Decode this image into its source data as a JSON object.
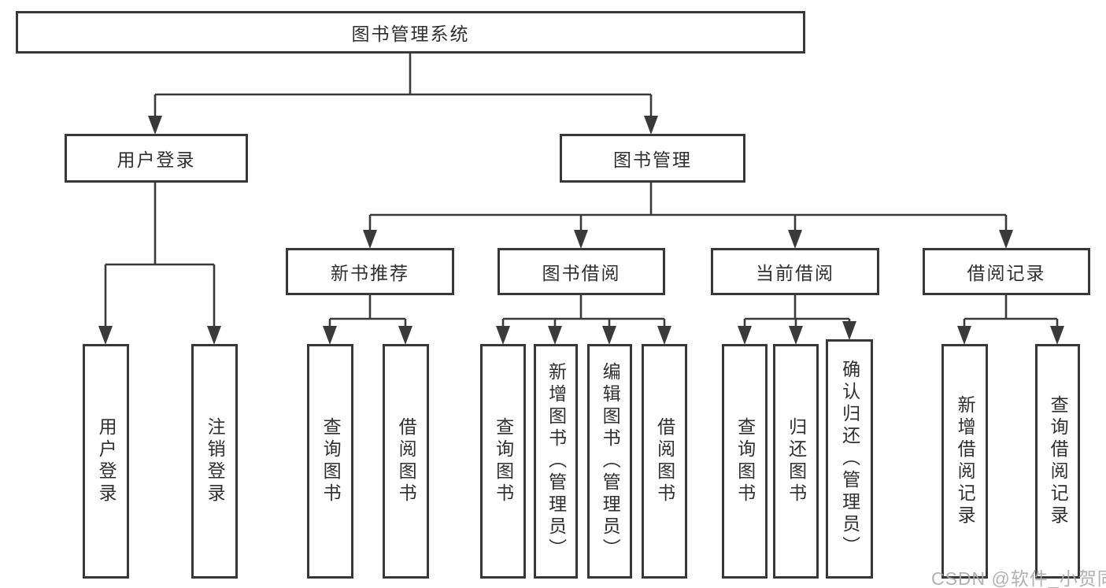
{
  "diagram": {
    "watermark": "CSDN @软件_小贺同学",
    "colors": {
      "line": "#3a3a3a",
      "box_border": "#383838",
      "text": "#2f2f2f",
      "watermark": "#a8a8a8",
      "background": "#ffffff"
    }
  },
  "nodes": {
    "root": {
      "label": "图书管理系统"
    },
    "level2": [
      {
        "label": "用户登录"
      },
      {
        "label": "图书管理"
      }
    ],
    "level3": [
      {
        "label": "新书推荐"
      },
      {
        "label": "图书借阅"
      },
      {
        "label": "当前借阅"
      },
      {
        "label": "借阅记录"
      }
    ],
    "leaves": {
      "user_login": [
        "用户登录",
        "注销登录"
      ],
      "new_book_recommend": [
        "查询图书",
        "借阅图书"
      ],
      "book_borrow": [
        "查询图书",
        "新增图书（管理员）",
        "编辑图书（管理员）",
        "借阅图书"
      ],
      "current_borrow": [
        "查询图书",
        "归还图书",
        "确认归还（管理员）"
      ],
      "borrow_records": [
        "新增借阅记录",
        "查询借阅记录"
      ]
    }
  }
}
